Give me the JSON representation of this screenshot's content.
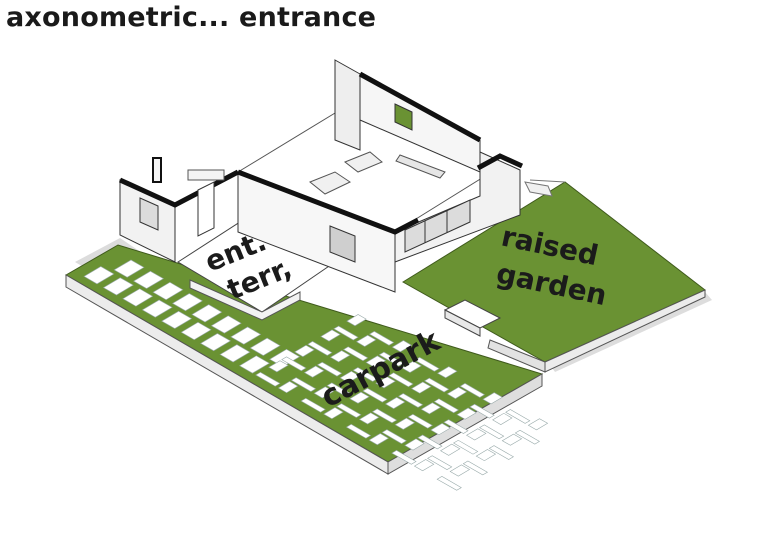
{
  "title": "axonometric... entrance",
  "labels": {
    "ent_line1": "ent.",
    "ent_line2": "terr,",
    "garden_line1": "raised",
    "garden_line2": "garden",
    "carpark": "carpark"
  },
  "colors": {
    "grass": "#6a9233",
    "grass_dark": "#5b8129",
    "wall": "#f4f4f4",
    "wall_shade": "#d9d9d9",
    "wall_top": "#111111",
    "paver": "#ffffff",
    "shadow": "#bdbdbd",
    "outline": "#2a2a2a"
  }
}
